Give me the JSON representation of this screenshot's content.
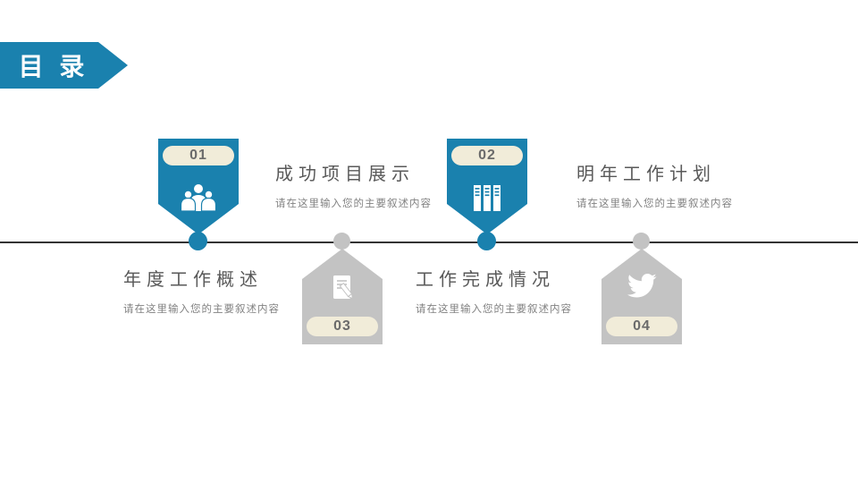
{
  "colors": {
    "accent_blue": "#1a81ae",
    "shape_gray": "#c3c3c3",
    "pill_background": "#f1ecd9",
    "pill_text": "#6b6b6b",
    "title_text": "#595959",
    "desc_text": "#828282",
    "timeline_line": "#333333",
    "banner_text": "#ffffff"
  },
  "header": {
    "title": "目 录"
  },
  "timeline": {
    "items": [
      {
        "number": "01",
        "title": "年度工作概述",
        "desc": "请在这里输入您的主要叙述内容",
        "icon": "team-icon",
        "shape_position": "above-line",
        "text_position": "below-line"
      },
      {
        "number": "02",
        "title": "工作完成情况",
        "desc": "请在这里输入您的主要叙述内容",
        "icon": "binders-icon",
        "shape_position": "above-line",
        "text_position": "below-line"
      },
      {
        "number": "03",
        "title": "成功项目展示",
        "desc": "请在这里输入您的主要叙述内容",
        "icon": "edit-document-icon",
        "shape_position": "below-line",
        "text_position": "above-line"
      },
      {
        "number": "04",
        "title": "明年工作计划",
        "desc": "请在这里输入您的主要叙述内容",
        "icon": "twitter-icon",
        "shape_position": "below-line",
        "text_position": "above-line"
      }
    ]
  }
}
